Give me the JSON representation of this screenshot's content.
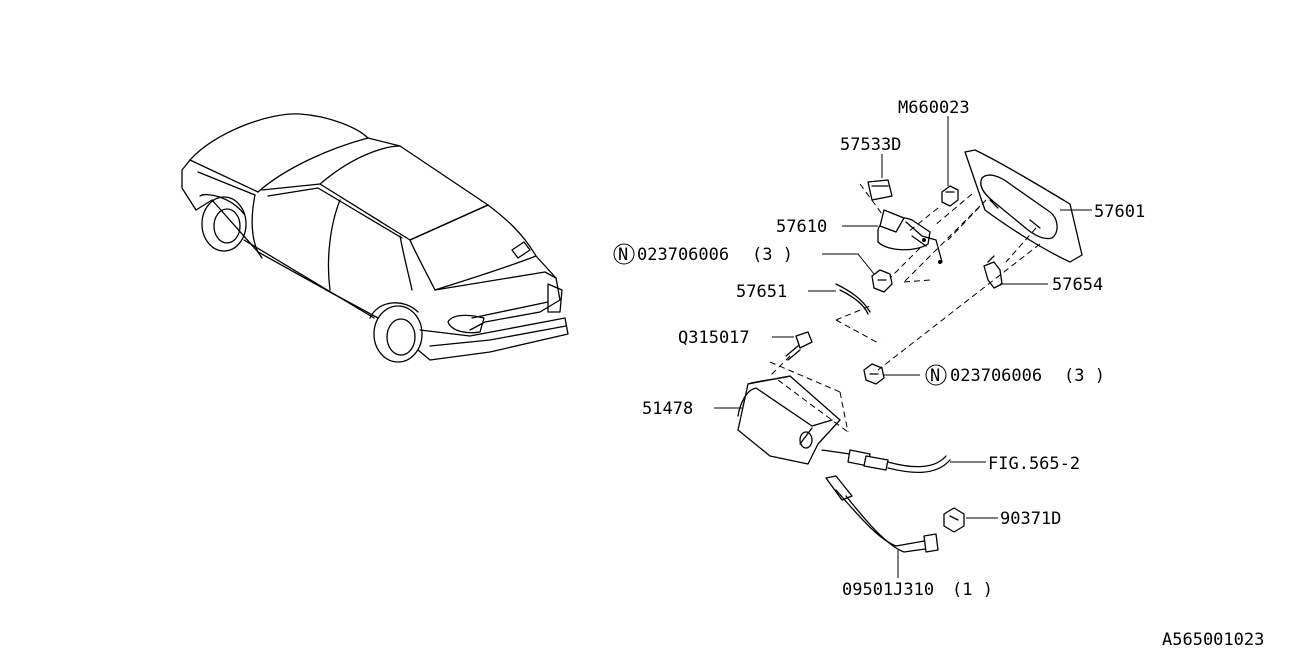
{
  "diagram_id": "A565001023",
  "callouts": {
    "m660023": "M660023",
    "p57533d": "57533D",
    "p57610": "57610",
    "p57601": "57601",
    "n_upper_code": "023706006",
    "n_upper_qty": "(3 )",
    "p57651": "57651",
    "p57654": "57654",
    "q315017": "Q315017",
    "n_lower_code": "023706006",
    "n_lower_qty": "(3 )",
    "p51478": "51478",
    "fig": "FIG.565-2",
    "p90371d": "90371D",
    "p09501j310": "09501J310",
    "p09501j310_qty": "(1 )",
    "n_symbol": "N"
  }
}
